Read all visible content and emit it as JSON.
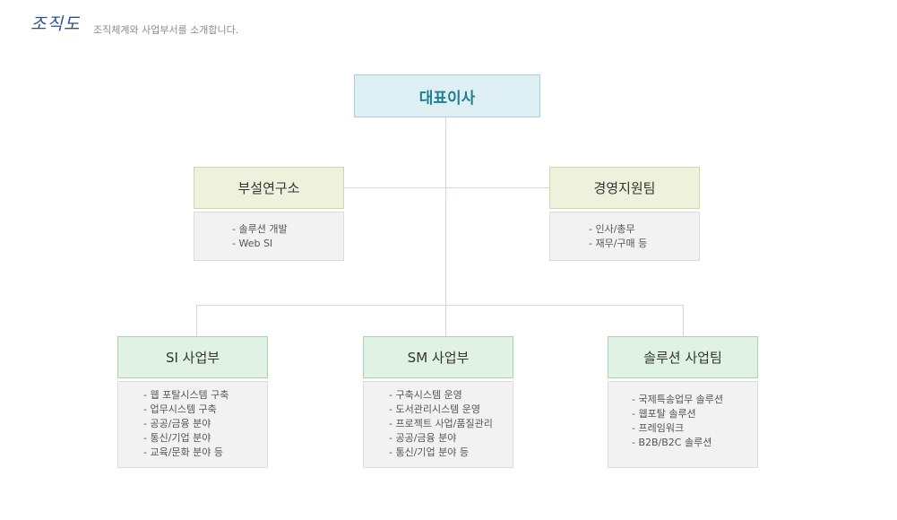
{
  "header": {
    "title": "조직도",
    "description": "조직체계와 사업부서를 소개합니다."
  },
  "org": {
    "ceo": "대표이사",
    "research": {
      "name": "부설연구소",
      "items": [
        "- 솔루션 개발",
        "- Web SI"
      ]
    },
    "management": {
      "name": "경영지원팀",
      "items": [
        "- 인사/총무",
        "- 재무/구매 등"
      ]
    },
    "si": {
      "name": "SI 사업부",
      "items": [
        "- 웹 포탈시스템 구축",
        "- 업무시스템 구축",
        "- 공공/금융 분야",
        "- 통신/기업 분야",
        "- 교육/문화 분야 등"
      ]
    },
    "sm": {
      "name": "SM 사업부",
      "items": [
        "- 구축시스템 운영",
        "- 도서관리시스템 운영",
        "- 프로젝트 사업/품질관리",
        "- 공공/금융 분야",
        "- 통신/기업 분야 등"
      ]
    },
    "solution": {
      "name": "솔루션 사업팀",
      "items": [
        "- 국제특송업무 솔루션",
        "- 웹포탈 솔루션",
        "- 프레임워크",
        "- B2B/B2C 솔루션"
      ]
    }
  },
  "colors": {
    "ceo_bg": "#deeff4",
    "ceo_text": "#1f7f90",
    "mid_bg": "#eef2dc",
    "bottom_bg": "#e0f2e3",
    "desc_bg": "#f2f2f2"
  }
}
